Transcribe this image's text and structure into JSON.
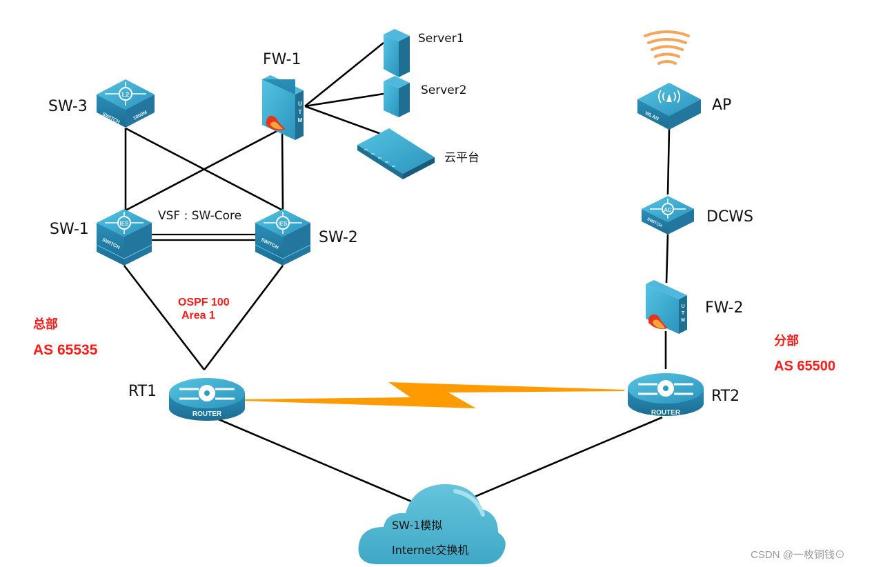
{
  "diagram": {
    "title": "Network topology",
    "colors": {
      "device_blue": "#2e9cc4",
      "device_dark": "#1f6f93",
      "link": "#000000",
      "wan_link": "#ff9a00",
      "wifi": "#f5a55a",
      "annotation_red": "#ff1a1a",
      "cloud": "#4fb6d0"
    },
    "nodes": {
      "sw3": {
        "label": "SW-3",
        "type": "switch",
        "badge": "L2",
        "face_text": "SWITCH",
        "face_text2": "1000M"
      },
      "fw1": {
        "label": "FW-1",
        "type": "firewall",
        "face_text": "UTM"
      },
      "server1": {
        "label": "Server1",
        "type": "server"
      },
      "server2": {
        "label": "Server2",
        "type": "server"
      },
      "cloud_platform": {
        "label": "云平台",
        "type": "rack-server"
      },
      "sw1": {
        "label": "SW-1",
        "type": "switch",
        "badge": "IES",
        "face_text": "SWITCH"
      },
      "sw2": {
        "label": "SW-2",
        "type": "switch",
        "badge": "IES",
        "face_text": "SWITCH"
      },
      "rt1": {
        "label": "RT1",
        "type": "router",
        "face_text": "ROUTER"
      },
      "rt2": {
        "label": "RT2",
        "type": "router",
        "face_text": "ROUTER"
      },
      "ap": {
        "label": "AP",
        "type": "wireless-ap",
        "face_text": "WLAN"
      },
      "dcws": {
        "label": "DCWS",
        "type": "switch",
        "badge": "AC",
        "face_text": "SWITCH"
      },
      "fw2": {
        "label": "FW-2",
        "type": "firewall",
        "face_text": "UTM"
      },
      "internet": {
        "type": "cloud",
        "line1": "SW-1模拟",
        "line2": "Internet交换机"
      }
    },
    "links": [
      {
        "from": "sw3",
        "to": "sw1"
      },
      {
        "from": "sw3",
        "to": "sw2"
      },
      {
        "from": "fw1",
        "to": "sw1"
      },
      {
        "from": "fw1",
        "to": "sw2"
      },
      {
        "from": "fw1",
        "to": "server1"
      },
      {
        "from": "fw1",
        "to": "server2"
      },
      {
        "from": "fw1",
        "to": "cloud_platform"
      },
      {
        "from": "sw1",
        "to": "sw2",
        "style": "double"
      },
      {
        "from": "sw1",
        "to": "rt1"
      },
      {
        "from": "sw2",
        "to": "rt1"
      },
      {
        "from": "ap",
        "to": "dcws"
      },
      {
        "from": "dcws",
        "to": "fw2"
      },
      {
        "from": "fw2",
        "to": "rt2"
      },
      {
        "from": "rt1",
        "to": "rt2",
        "style": "wan-lightning"
      },
      {
        "from": "rt1",
        "to": "internet"
      },
      {
        "from": "rt2",
        "to": "internet"
      }
    ],
    "annotations": {
      "vsf": "VSF : SW-Core",
      "ospf_line1": "OSPF 100",
      "ospf_line2": "Area 1",
      "hq_name": "总部",
      "hq_as": "AS 65535",
      "branch_name": "分部",
      "branch_as": "AS 65500"
    },
    "watermark": "CSDN @一枚铜钱⊙"
  }
}
